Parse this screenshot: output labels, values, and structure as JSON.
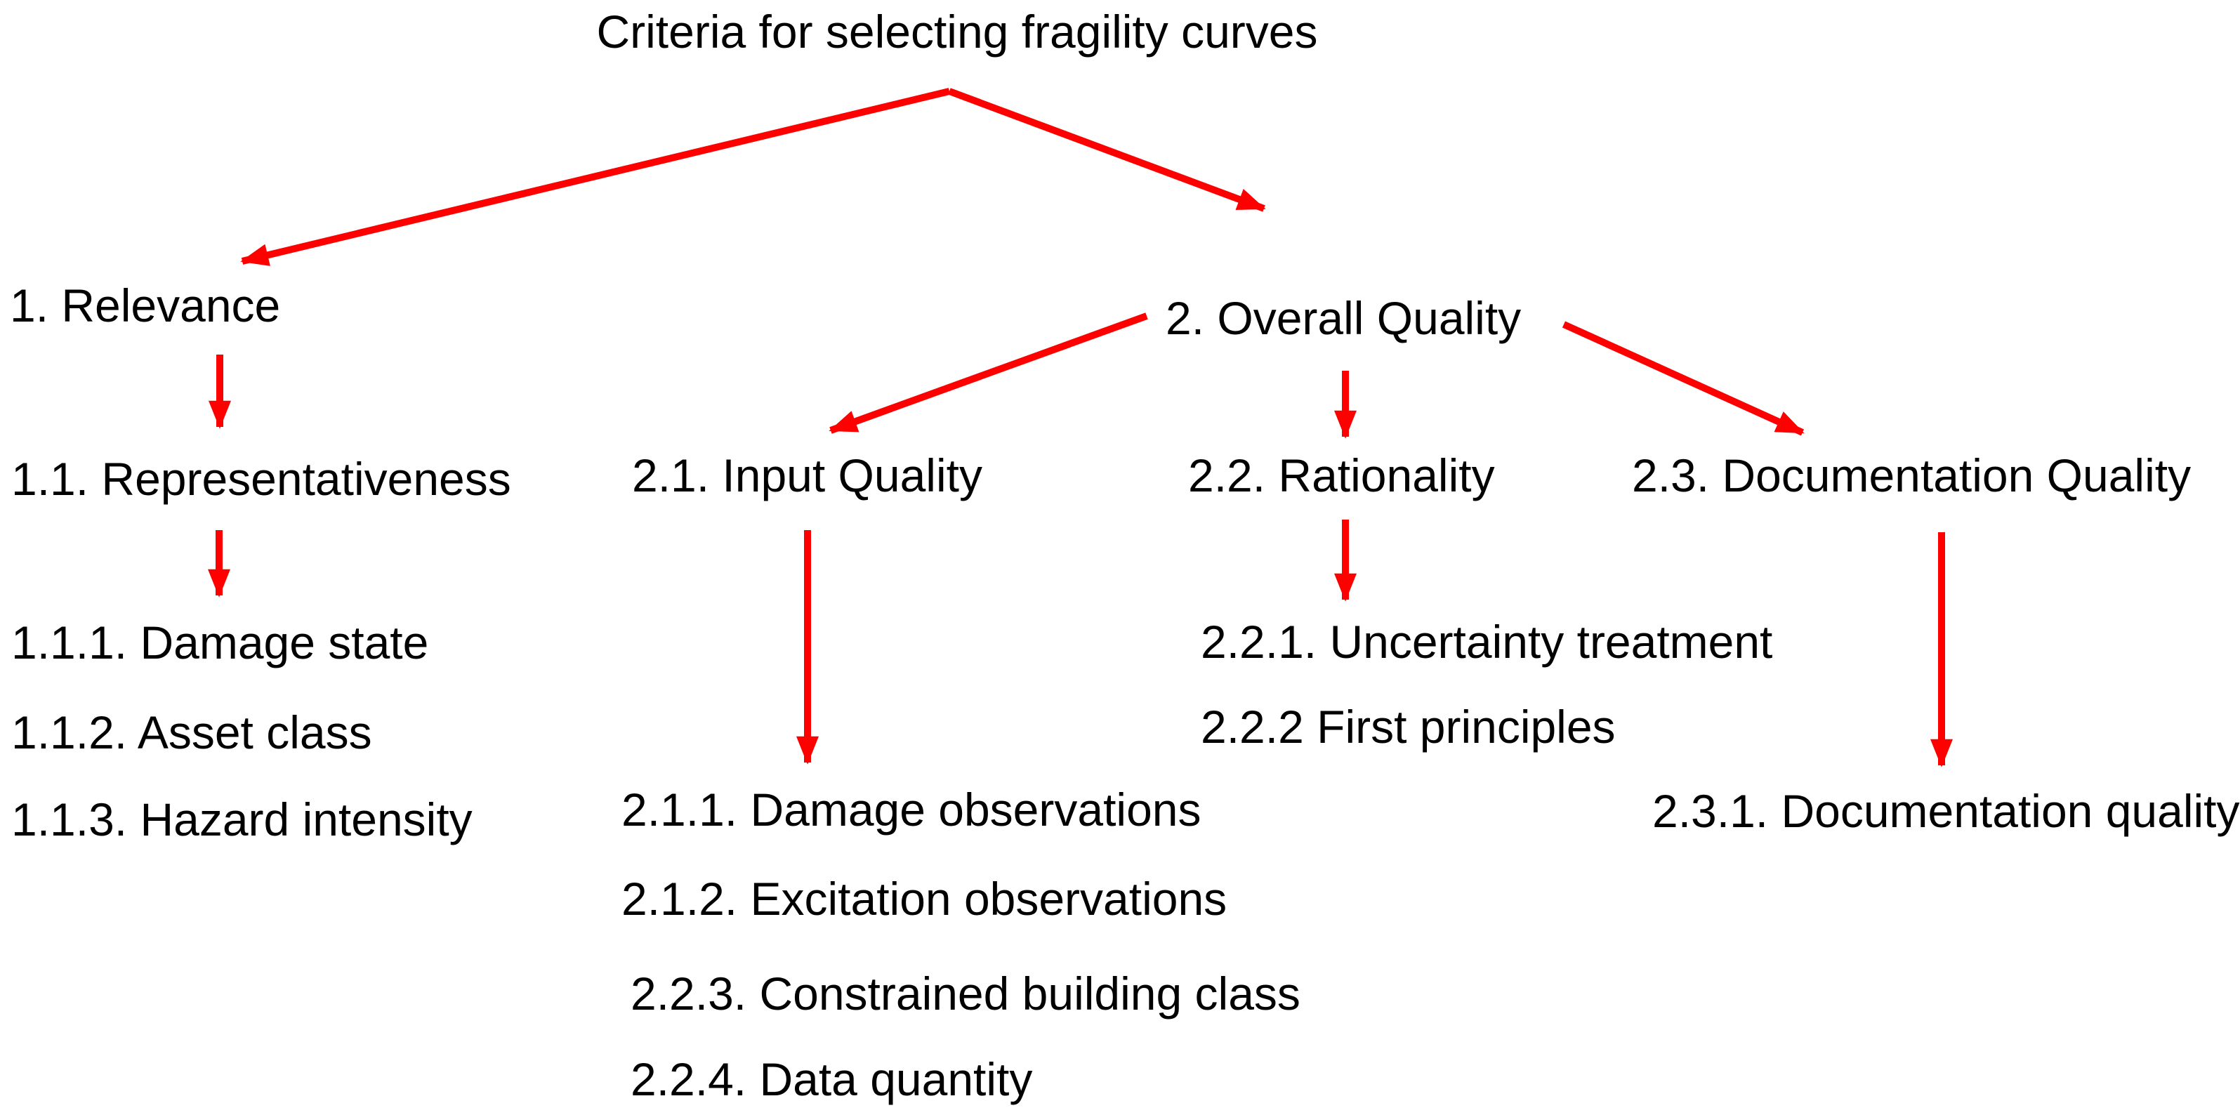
{
  "colors": {
    "arrow": "#ff0000",
    "text": "#000000",
    "background": "#ffffff"
  },
  "nodes": {
    "root": "Criteria for selecting fragility curves",
    "relevance": "1. Relevance",
    "representativeness": "1.1. Representativeness",
    "damage_state": "1.1.1. Damage state",
    "asset_class": "1.1.2. Asset class",
    "hazard_intensity": "1.1.3. Hazard intensity",
    "overall_quality": "2. Overall Quality",
    "input_quality": "2.1. Input Quality",
    "damage_observations": "2.1.1. Damage observations",
    "excitation_observations": "2.1.2. Excitation observations",
    "constrained_building_class": "2.2.3. Constrained building class",
    "data_quantity": "2.2.4. Data quantity",
    "rationality": "2.2. Rationality",
    "uncertainty_treatment": "2.2.1. Uncertainty treatment",
    "first_principles": "2.2.2 First principles",
    "documentation_quality": "2.3. Documentation Quality",
    "documentation_quality_detail": "2.3.1. Documentation quality"
  },
  "edges": [
    {
      "from": "root",
      "to": [
        "relevance",
        "overall_quality"
      ]
    },
    {
      "from": "relevance",
      "to": [
        "representativeness"
      ]
    },
    {
      "from": "representativeness",
      "to": [
        "damage_state",
        "asset_class",
        "hazard_intensity"
      ]
    },
    {
      "from": "overall_quality",
      "to": [
        "input_quality",
        "rationality",
        "documentation_quality"
      ]
    },
    {
      "from": "input_quality",
      "to": [
        "damage_observations",
        "excitation_observations",
        "constrained_building_class",
        "data_quantity"
      ]
    },
    {
      "from": "rationality",
      "to": [
        "uncertainty_treatment",
        "first_principles"
      ]
    },
    {
      "from": "documentation_quality",
      "to": [
        "documentation_quality_detail"
      ]
    }
  ]
}
